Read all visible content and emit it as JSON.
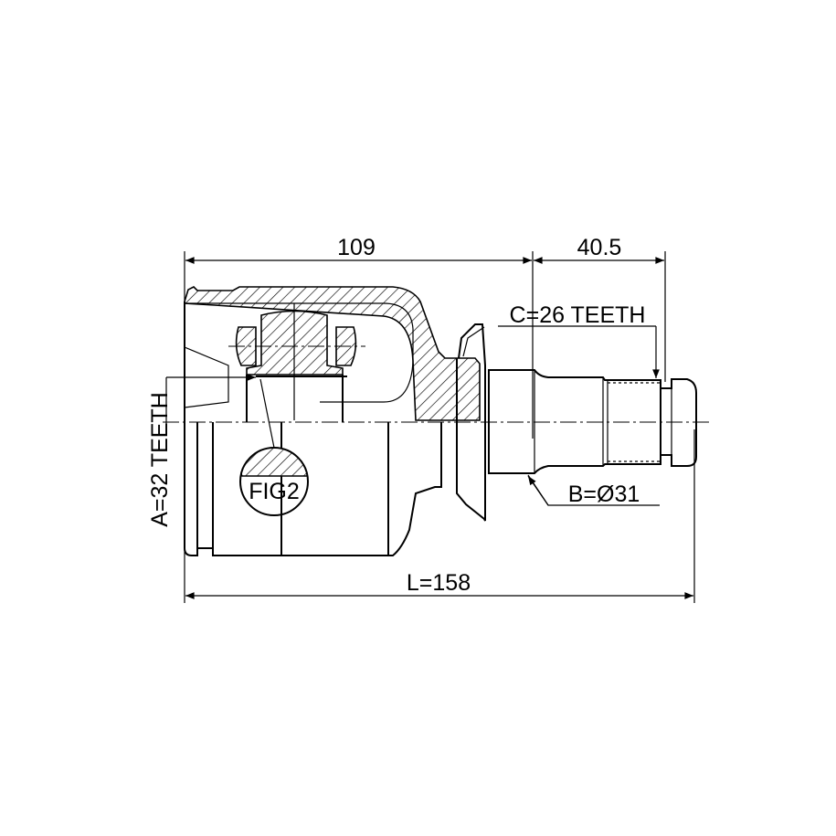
{
  "dimensions": {
    "housing_length": "109",
    "shaft_length": "40.5",
    "total_length": "L=158",
    "inner_spline": "A=32 TEETH",
    "outer_spline": "C=26 TEETH",
    "seal_diameter": "B=Ø31"
  },
  "detail_label": "FIG2"
}
